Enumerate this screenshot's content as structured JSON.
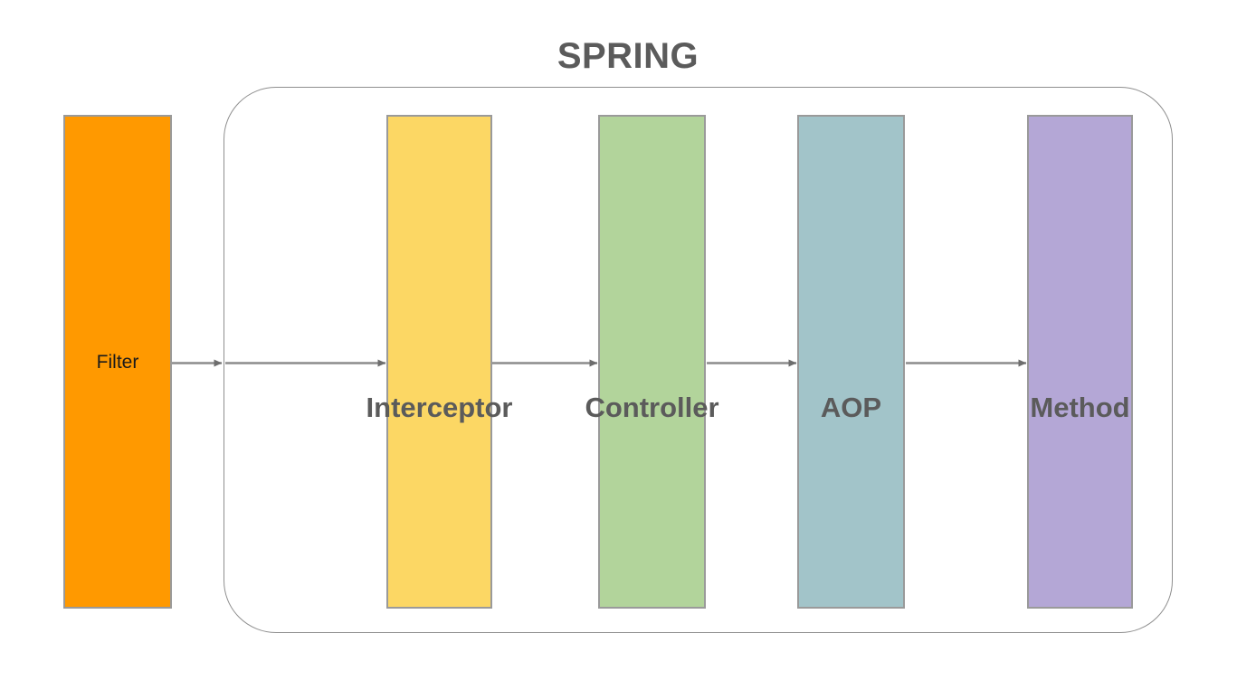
{
  "diagram": {
    "title": "SPRING",
    "type": "flow-diagram",
    "title_color": "#5b5b5b",
    "background_color": "#ffffff",
    "container": {
      "name": "spring-boundary",
      "shape": "rounded-rectangle",
      "border_color": "#8f8f8f"
    },
    "stages": [
      {
        "id": "filter",
        "label": "Filter",
        "fill": "#ff9900",
        "border": "#9a9a9a",
        "label_color": "#1a1a1a",
        "label_weight": "normal",
        "inside_container": false
      },
      {
        "id": "interceptor",
        "label": "Interceptor",
        "fill": "#fcd764",
        "border": "#9a9a9a",
        "label_color": "#5b5b5b",
        "label_weight": "bold",
        "inside_container": true
      },
      {
        "id": "controller",
        "label": "Controller",
        "fill": "#b2d49b",
        "border": "#9a9a9a",
        "label_color": "#5b5b5b",
        "label_weight": "bold",
        "inside_container": true
      },
      {
        "id": "aop",
        "label": "AOP",
        "fill": "#a2c4c9",
        "border": "#9a9a9a",
        "label_color": "#5b5b5b",
        "label_weight": "bold",
        "inside_container": true
      },
      {
        "id": "method",
        "label": "Method",
        "fill": "#b4a7d6",
        "border": "#9a9a9a",
        "label_color": "#5b5b5b",
        "label_weight": "bold",
        "inside_container": true
      }
    ],
    "arrows": [
      {
        "id": "arrow-filter-to-boundary",
        "from": "filter",
        "to": "spring-boundary",
        "color": "#808080"
      },
      {
        "id": "arrow-boundary-to-interceptor",
        "from": "spring-boundary",
        "to": "interceptor",
        "color": "#808080"
      },
      {
        "id": "arrow-interceptor-to-controller",
        "from": "interceptor",
        "to": "controller",
        "color": "#808080"
      },
      {
        "id": "arrow-controller-to-aop",
        "from": "controller",
        "to": "aop",
        "color": "#808080"
      },
      {
        "id": "arrow-aop-to-method",
        "from": "aop",
        "to": "method",
        "color": "#808080"
      }
    ]
  }
}
